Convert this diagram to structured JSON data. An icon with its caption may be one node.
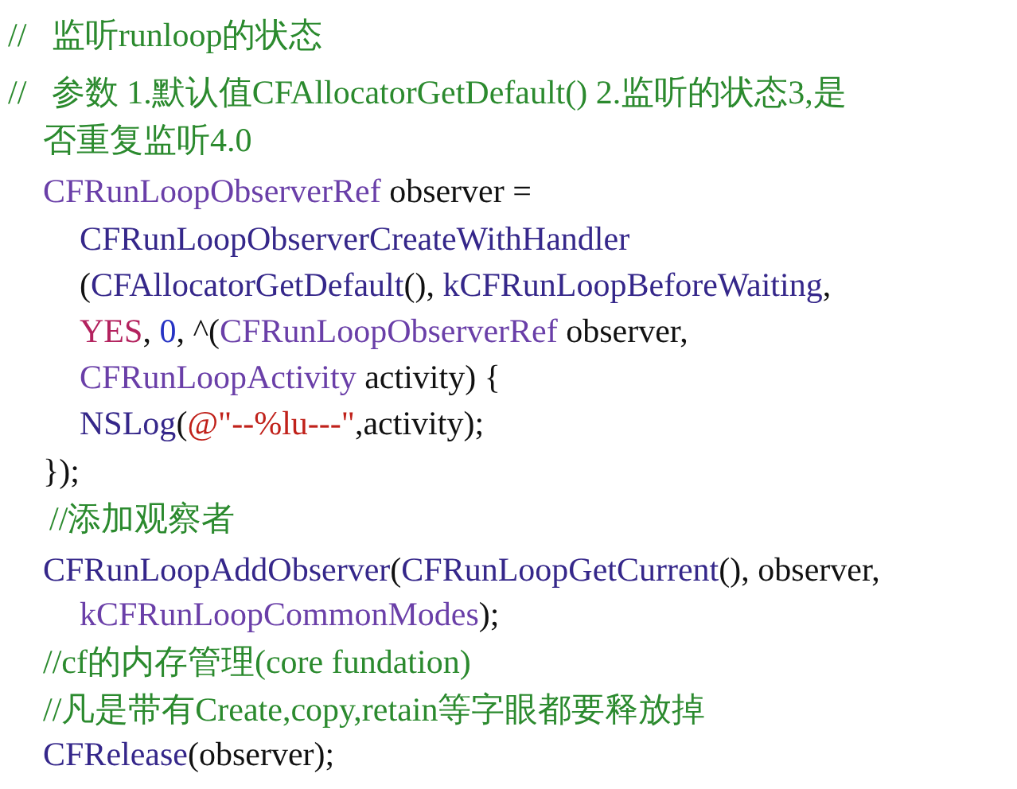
{
  "diagram": {
    "labels": [
      "//   监听runloop的状态",
      "//   参数 1.默认值CFAllocatorGetDefault() 2.监听的状态3,是",
      "否重复监听4.0",
      "CFRunLoopObserverRef observer =",
      "CFRunLoopObserverCreateWithHandler",
      "(CFAllocatorGetDefault(), kCFRunLoopBeforeWaiting,",
      "YES, 0, ^(CFRunLoopObserverRef observer,",
      "CFRunLoopActivity activity) {",
      "NSLog(@\"--%lu---\",activity);",
      "});",
      "//添加观察者",
      "CFRunLoopAddObserver(CFRunLoopGetCurrent(), observer,",
      "kCFRunLoopCommonModes);",
      "//cf的内存管理(core fundation)",
      "//凡是带有Create,copy,retain等字眼都要释放掉",
      "CFRelease(observer);"
    ]
  }
}
